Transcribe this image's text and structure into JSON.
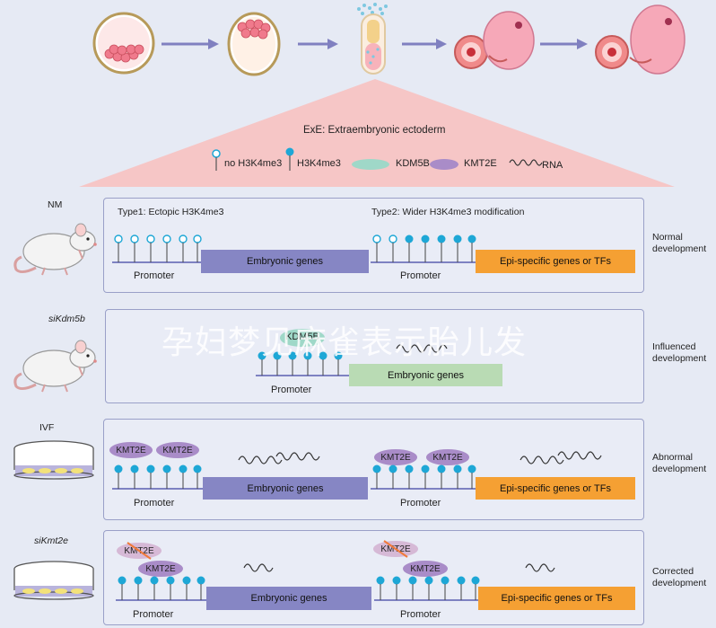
{
  "top_label": "ExE: Extraembryonic ectoderm",
  "legend": {
    "no_h3k4me3": "no H3K4me3",
    "h3k4me3": "H3K4me3",
    "kdm5b": "KDM5B",
    "kmt2e": "KMT2E",
    "rna": "RNA"
  },
  "rows": {
    "nm": {
      "condition": "NM",
      "type1": "Type1: Ectopic H3K4me3",
      "type2": "Type2: Wider H3K4me3 modification",
      "promoter": "Promoter",
      "embryonic": "Embryonic genes",
      "epi": "Epi-specific genes or TFs",
      "outcome": "Normal development"
    },
    "sikdm5b": {
      "condition": "siKdm5b",
      "kdm_label": "KDM5B",
      "promoter": "Promoter",
      "embryonic": "Embryonic genes",
      "outcome": "Influenced development"
    },
    "ivf": {
      "condition": "IVF",
      "kmt": "KMT2E",
      "promoter": "Promoter",
      "embryonic": "Embryonic genes",
      "epi": "Epi-specific genes or TFs",
      "outcome": "Abnormal development"
    },
    "sikmt2e": {
      "condition": "siKmt2e",
      "kmt": "KMT2E",
      "promoter": "Promoter",
      "embryonic": "Embryonic genes",
      "epi": "Epi-specific genes or TFs",
      "outcome": "Corrected development"
    }
  },
  "watermark": "孕妇梦见麻雀表示胎儿发",
  "colors": {
    "embryonic_bar": "#8686c4",
    "epi_bar": "#f5a033",
    "green_bar": "#b9dbb4",
    "pin_filled": "#1ea7d6",
    "kmt2e": "#a98cc8",
    "kdm5b": "#9fd8c8",
    "triangle": "#f6c6c6"
  }
}
